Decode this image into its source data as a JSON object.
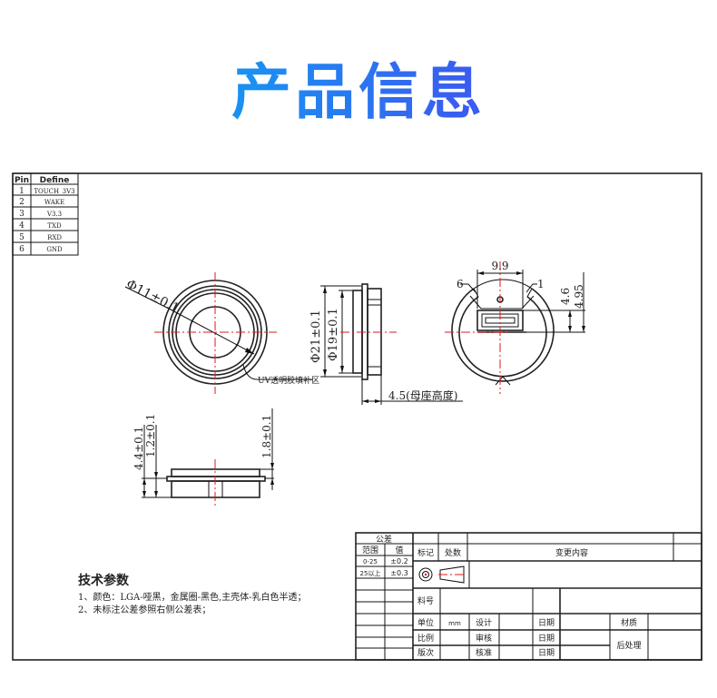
{
  "page": {
    "title": "产品信息",
    "title_colors": {
      "start": "#1a90f2",
      "end": "#3a5cf0"
    }
  },
  "pin_table": {
    "headers": [
      "Pin",
      "Define"
    ],
    "rows": [
      [
        "1",
        "TOUCH_3V3"
      ],
      [
        "2",
        "WAKE"
      ],
      [
        "3",
        "V3.3"
      ],
      [
        "4",
        "TXD"
      ],
      [
        "5",
        "RXD"
      ],
      [
        "6",
        "GND"
      ]
    ]
  },
  "front_view": {
    "diameter_label": "Φ11±0.1",
    "callout_label": "UV透明胶填补区"
  },
  "side_view": {
    "outer_dia_label": "Φ21±0.1",
    "inner_dia_label": "Φ19±0.1",
    "height_label": "4.5(母座高度)"
  },
  "back_view": {
    "width_label": "9.9",
    "dim_a_label": "4.6",
    "dim_b_label": "4.95",
    "pin6_label": "6",
    "pin1_label": "1"
  },
  "bottom_view": {
    "total_height_label": "4.4±0.1",
    "flange_label": "1.2±0.1",
    "top_label": "1.8±0.1"
  },
  "tech_params": {
    "heading": "技术参数",
    "items": [
      "1、颜色：LGA-哑黑，金属圈-黑色,主壳体-乳白色半透；",
      "2、未标注公差参照右侧公差表；"
    ]
  },
  "title_block": {
    "tolerance_header": "公差",
    "range_header": "范围",
    "value_header": "值",
    "tolerance_rows": [
      [
        "0-25",
        "±0.2"
      ],
      [
        "25以上",
        "±0.3"
      ]
    ],
    "mark_label": "标记",
    "count_label": "处数",
    "change_label": "变更内容",
    "part_no_label": "料号",
    "unit_label": "单位",
    "unit_value": "mm",
    "scale_label": "比例",
    "version_label": "版次",
    "design_label": "设计",
    "review_label": "审核",
    "approve_label": "核准",
    "date_label": "日期",
    "material_label": "材质",
    "post_process_label": "后处理"
  },
  "colors": {
    "centerline": "#e01818",
    "line": "#111111"
  }
}
